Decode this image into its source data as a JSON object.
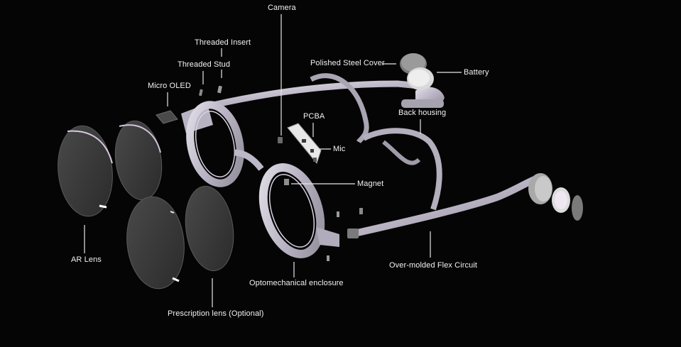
{
  "labels": {
    "camera": "Camera",
    "threaded_insert": "Threaded Insert",
    "threaded_stud": "Threaded Stud",
    "micro_oled": "Micro OLED",
    "polished_steel_cover": "Polished Steel Cover",
    "battery": "Battery",
    "pcba": "PCBA",
    "back_housing": "Back housing",
    "mic": "Mic",
    "magnet": "Magnet",
    "ar_lens": "AR Lens",
    "over_molded_flex_circuit": "Over-molded Flex Circuit",
    "optomechanical_enclosure": "Optomechanical enclosure",
    "prescription_lens": "Prescription lens (Optional)"
  },
  "colors": {
    "background": "#050505",
    "text": "#f2f2f2",
    "leader_line": "#e6e6e6",
    "frame": "#c9c9cf",
    "frame_tint": "#b7a9c4",
    "lens_dark": "#3a3a3a",
    "lens_edge": "#d8d0de"
  }
}
